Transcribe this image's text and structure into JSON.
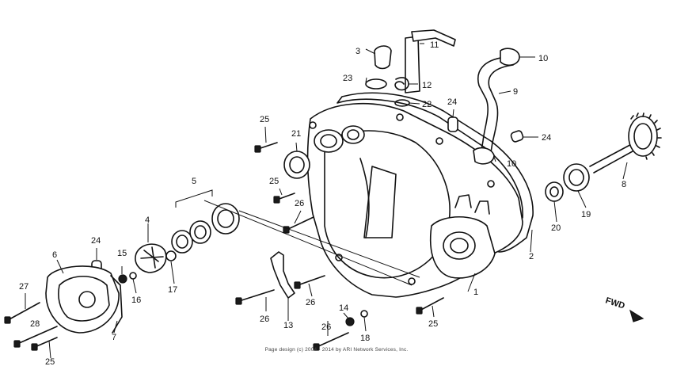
{
  "callouts": {
    "c1": "1",
    "c2": "2",
    "c3": "3",
    "c4": "4",
    "c5": "5",
    "c6": "6",
    "c7": "7",
    "c8": "8",
    "c9": "9",
    "c10a": "10",
    "c10b": "10",
    "c11": "11",
    "c12": "12",
    "c13": "13",
    "c14": "14",
    "c15": "15",
    "c16": "16",
    "c17": "17",
    "c18": "18",
    "c19": "19",
    "c20": "20",
    "c21": "21",
    "c22": "22",
    "c23": "23",
    "c24a": "24",
    "c24b": "24",
    "c24c": "24",
    "c25a": "25",
    "c25b": "25",
    "c25c": "25",
    "c25d": "25",
    "c26a": "26",
    "c26b": "26",
    "c26c": "26",
    "c26d": "26",
    "c27": "27",
    "c28": "28"
  },
  "fwd_label": "FWD",
  "copyright": "Page design (c) 2004 - 2014 by ARI Network Services, Inc."
}
